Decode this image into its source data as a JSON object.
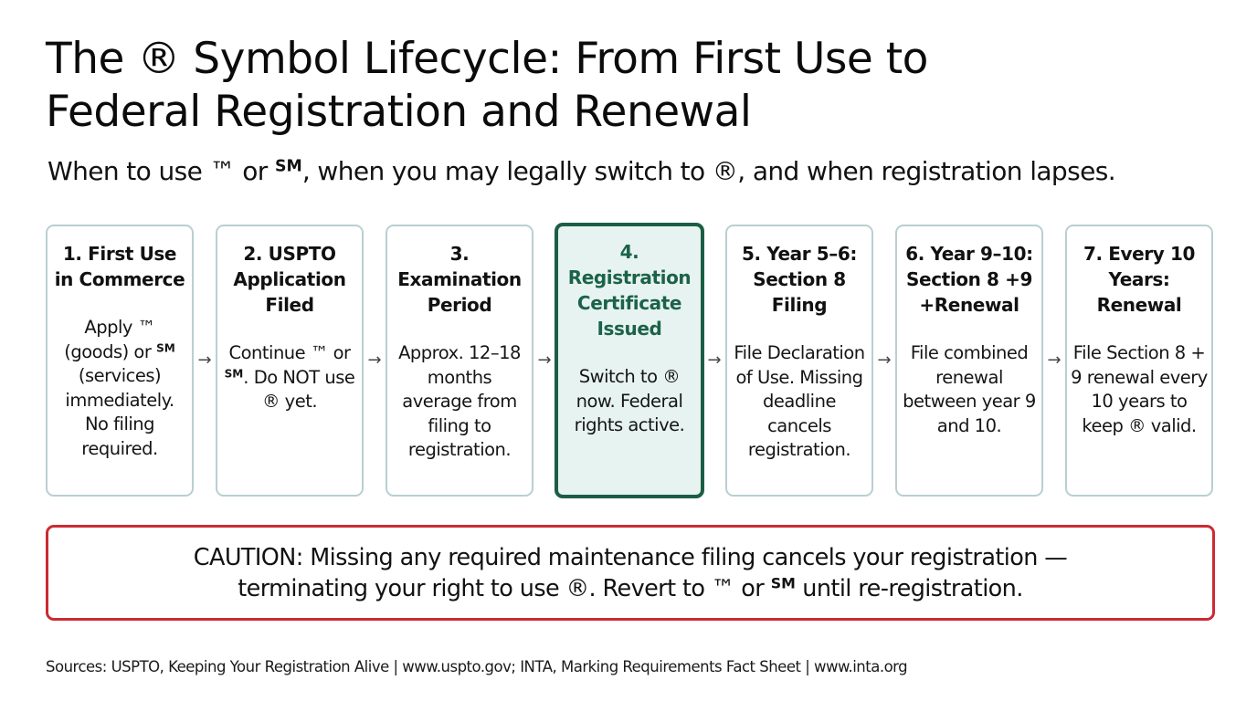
{
  "header": {
    "title_line1": "The ® Symbol Lifecycle: From First Use to",
    "title_line2": "Federal Registration and Renewal",
    "subtitle_part1": "When to use ™ or ",
    "subtitle_sm": "SM",
    "subtitle_part2": ", when you may legally switch to ®, and when registration lapses."
  },
  "colors": {
    "card_border": "#b9cfd2",
    "highlight_border": "#1c5e45",
    "highlight_fill": "#e6f3f1",
    "highlight_text": "#1c6248",
    "caution_border": "#cc2a33"
  },
  "steps": [
    {
      "title": "1. First Use in Commerce",
      "body_a": "Apply ™ (goods) or ",
      "body_sm": "SM",
      "body_b": " (services) immediately. No filing required.",
      "highlighted": false
    },
    {
      "title": "2. USPTO Application Filed",
      "body_a": "Continue ™ or ",
      "body_sm": "SM",
      "body_b": ". Do NOT use ® yet.",
      "highlighted": false
    },
    {
      "title": "3. Examination Period",
      "body_a": "Approx. 12–18 months average from filing to registration.",
      "highlighted": false
    },
    {
      "title": "4. Registration Certificate Issued",
      "body_a": "Switch to ® now. Federal rights active.",
      "highlighted": true
    },
    {
      "title": "5. Year 5–6: Section 8 Filing",
      "body_a": "File Declaration of Use. Missing deadline cancels registration.",
      "highlighted": false
    },
    {
      "title": "6. Year 9–10: Section 8 +9 +Renewal",
      "body_a": "File combined renewal between year 9 and 10.",
      "highlighted": false
    },
    {
      "title": "7. Every 10 Years: Renewal",
      "body_a": "File Section 8 + 9 renewal every 10 years to keep ® valid.",
      "highlighted": false
    }
  ],
  "arrows": [
    "→",
    "→",
    "→",
    "→",
    "→",
    "→"
  ],
  "caution": {
    "line1": "CAUTION: Missing any required maintenance filing cancels your registration —",
    "line2_a": "terminating your right to use ®. Revert to ™ or ",
    "line2_sm": "SM",
    "line2_b": " until re-registration."
  },
  "footer": {
    "sources": "Sources: USPTO, Keeping Your Registration Alive | www.uspto.gov; INTA, Marking Requirements Fact Sheet | www.inta.org"
  }
}
